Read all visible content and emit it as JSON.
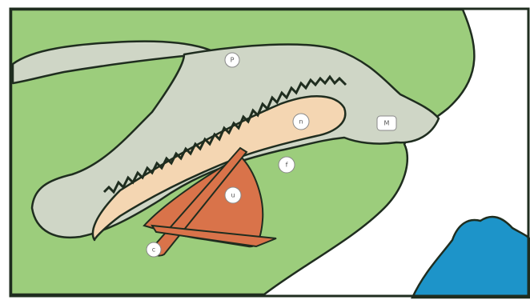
{
  "colors": {
    "tissue": "#9ccd7c",
    "gray_layer": "#cfd6c6",
    "peach_layer": "#f4d6b2",
    "muscle": "#d9734a",
    "water": "#1d94c9",
    "outline": "#1f2d1f"
  },
  "labels": {
    "p": "P",
    "m": "M",
    "n": "n",
    "f": "f",
    "u": "u",
    "c": "c"
  }
}
